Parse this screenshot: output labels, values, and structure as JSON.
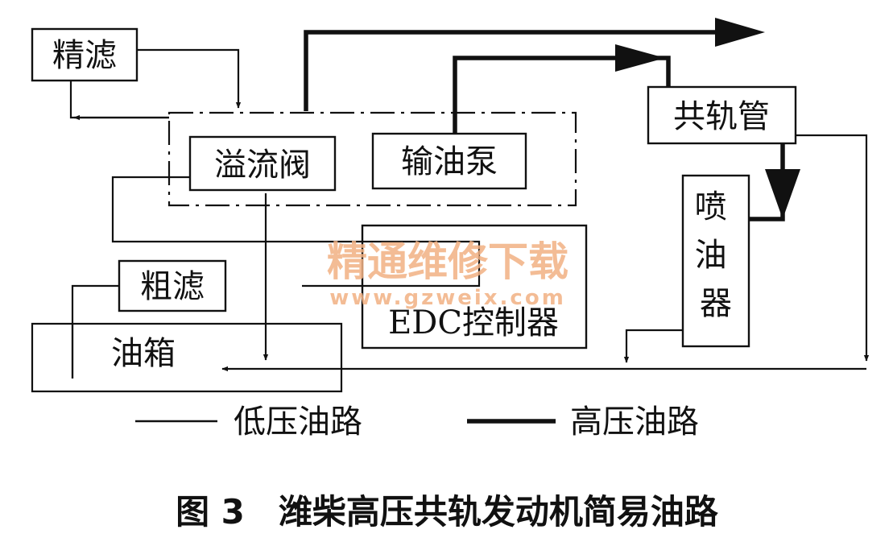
{
  "boxes": {
    "fine_filter": "精滤",
    "overflow_valve": "溢流阀",
    "transfer_pump": "输油泵",
    "common_rail": "共轨管",
    "injector": "喷油器",
    "coarse_filter": "粗滤",
    "fuel_tank": "油箱",
    "edc_controller": "EDC控制器"
  },
  "legend": {
    "low_pressure": "低压油路",
    "high_pressure": "高压油路"
  },
  "caption": "图 3　潍柴高压共轨发动机简易油路",
  "watermark": {
    "title": "精通维修下载",
    "url": "www.gzweix.com"
  },
  "colors": {
    "line": "#111111",
    "watermark": "#f2b183"
  }
}
